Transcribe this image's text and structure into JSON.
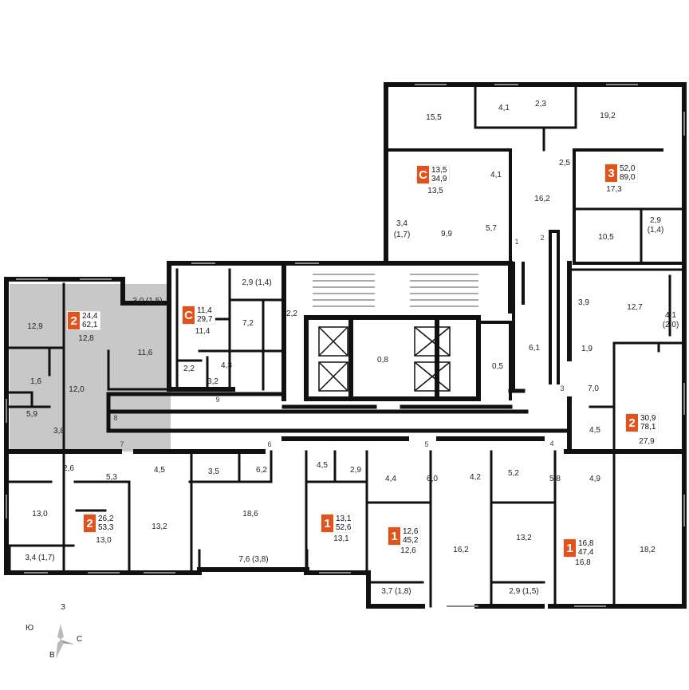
{
  "plan": {
    "apartments": [
      {
        "id": "apt-a",
        "rooms": "2",
        "living": "24,4",
        "total": "62,1"
      },
      {
        "id": "apt-b",
        "rooms": "С",
        "living": "11,4",
        "total": "29,7"
      },
      {
        "id": "apt-c",
        "rooms": "С",
        "living": "13,5",
        "total": "34,9"
      },
      {
        "id": "apt-d",
        "rooms": "3",
        "living": "52,0",
        "total": "89,0"
      },
      {
        "id": "apt-e",
        "rooms": "2",
        "living": "30,9",
        "total": "78,1"
      },
      {
        "id": "apt-f",
        "rooms": "2",
        "living": "26,2",
        "total": "53,3"
      },
      {
        "id": "apt-g",
        "rooms": "1",
        "living": "13,1",
        "total": "52,6"
      },
      {
        "id": "apt-h",
        "rooms": "1",
        "living": "12,6",
        "total": "45,2"
      },
      {
        "id": "apt-i",
        "rooms": "1",
        "living": "16,8",
        "total": "47,4"
      }
    ],
    "rooms": [
      "15,5",
      "4,1",
      "2,3",
      "19,2",
      "13,5",
      "4,1",
      "2,5",
      "17,3",
      "16,2",
      "9,9",
      "5,7",
      "3,4",
      "(1,7)",
      "2,9",
      "(1,4)",
      "10,5",
      "12,9",
      "3,0 (1,5)",
      "12,8",
      "11,6",
      "11,4",
      "2,9 (1,4)",
      "7,2",
      "2,2",
      "1,6",
      "3,9",
      "12,7",
      "4,1",
      "(2,0)",
      "1,9",
      "0,8",
      "0,5",
      "6,1",
      "2,2",
      "3,2",
      "4,3",
      "12,0",
      "5,9",
      "3,8",
      "7,0",
      "4,5",
      "27,9",
      "2,6",
      "5,3",
      "4,5",
      "3,5",
      "6,2",
      "4,5",
      "2,9",
      "4,4",
      "6,0",
      "4,2",
      "5,2",
      "5,8",
      "4,9",
      "13,0",
      "13,0",
      "13,2",
      "18,6",
      "13,1",
      "12,6",
      "16,2",
      "13,2",
      "16,8",
      "18,2",
      "3,4 (1,7)",
      "7,6 (3,8)",
      "3,7 (1,8)",
      "2,9 (1,5)"
    ],
    "entrances": [
      "1",
      "2",
      "3",
      "4",
      "5",
      "6",
      "7",
      "8",
      "9"
    ]
  },
  "compass": {
    "north": "З",
    "east": "С",
    "south": "В",
    "west": "Ю"
  },
  "colors": {
    "accent": "#e2531c",
    "wall": "#111111",
    "shade": "#c8c8c8"
  }
}
